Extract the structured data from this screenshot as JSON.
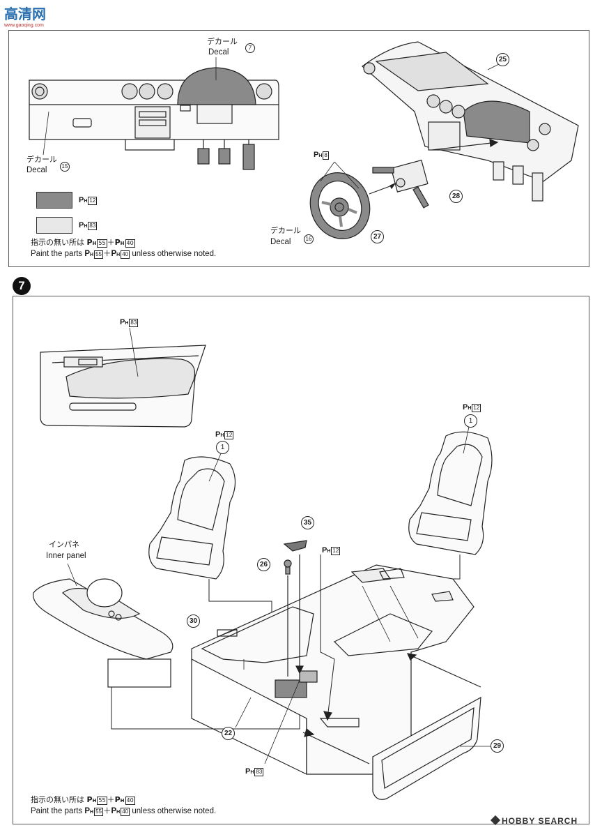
{
  "watermark_top": {
    "text": "高清网",
    "url": "www.gaoqing.com"
  },
  "watermark_bottom": {
    "text": "HOBBY SEARCH"
  },
  "top_panel": {
    "decal7": {
      "jp": "デカール",
      "en": "Decal",
      "num": "⑦"
    },
    "decal15": {
      "jp": "デカール",
      "en": "Decal",
      "num": "⑮"
    },
    "decal16": {
      "jp": "デカール",
      "en": "Decal",
      "num": "⑯"
    },
    "part25": "25",
    "part27": "27",
    "part28": "28",
    "ph8": {
      "p": "P",
      "h": "H",
      "code": "8"
    },
    "legend": [
      {
        "p": "P",
        "h": "H",
        "code": "12",
        "color": "#8a8a8a"
      },
      {
        "p": "P",
        "h": "H",
        "code": "83",
        "color": "#e8e8e8"
      }
    ],
    "note_jp": "指示の無い所は",
    "note_en_pre": "Paint the parts",
    "note_en_post": "unless otherwise noted.",
    "note_code_a": "55",
    "note_code_b": "40",
    "note_plus": "＋"
  },
  "step": {
    "number": "7"
  },
  "bottom_panel": {
    "ph83_door": {
      "p": "P",
      "h": "H",
      "code": "83"
    },
    "ph12_left": {
      "p": "P",
      "h": "H",
      "code": "12"
    },
    "ph12_right": {
      "p": "P",
      "h": "H",
      "code": "12"
    },
    "ph12_lever": {
      "p": "P",
      "h": "H",
      "code": "12"
    },
    "ph83_floor": {
      "p": "P",
      "h": "H",
      "code": "83"
    },
    "seat_left_num": "1",
    "seat_right_num": "1",
    "inner_panel": {
      "jp": "インパネ",
      "en": "Inner panel"
    },
    "part35": "35",
    "part26": "26",
    "part30": "30",
    "part22": "22",
    "part29": "29",
    "note_jp": "指示の無い所は",
    "note_en_pre": "Paint the parts",
    "note_en_post": "unless otherwise noted.",
    "note_code_a": "55",
    "note_code_b": "40",
    "note_plus": "＋"
  }
}
